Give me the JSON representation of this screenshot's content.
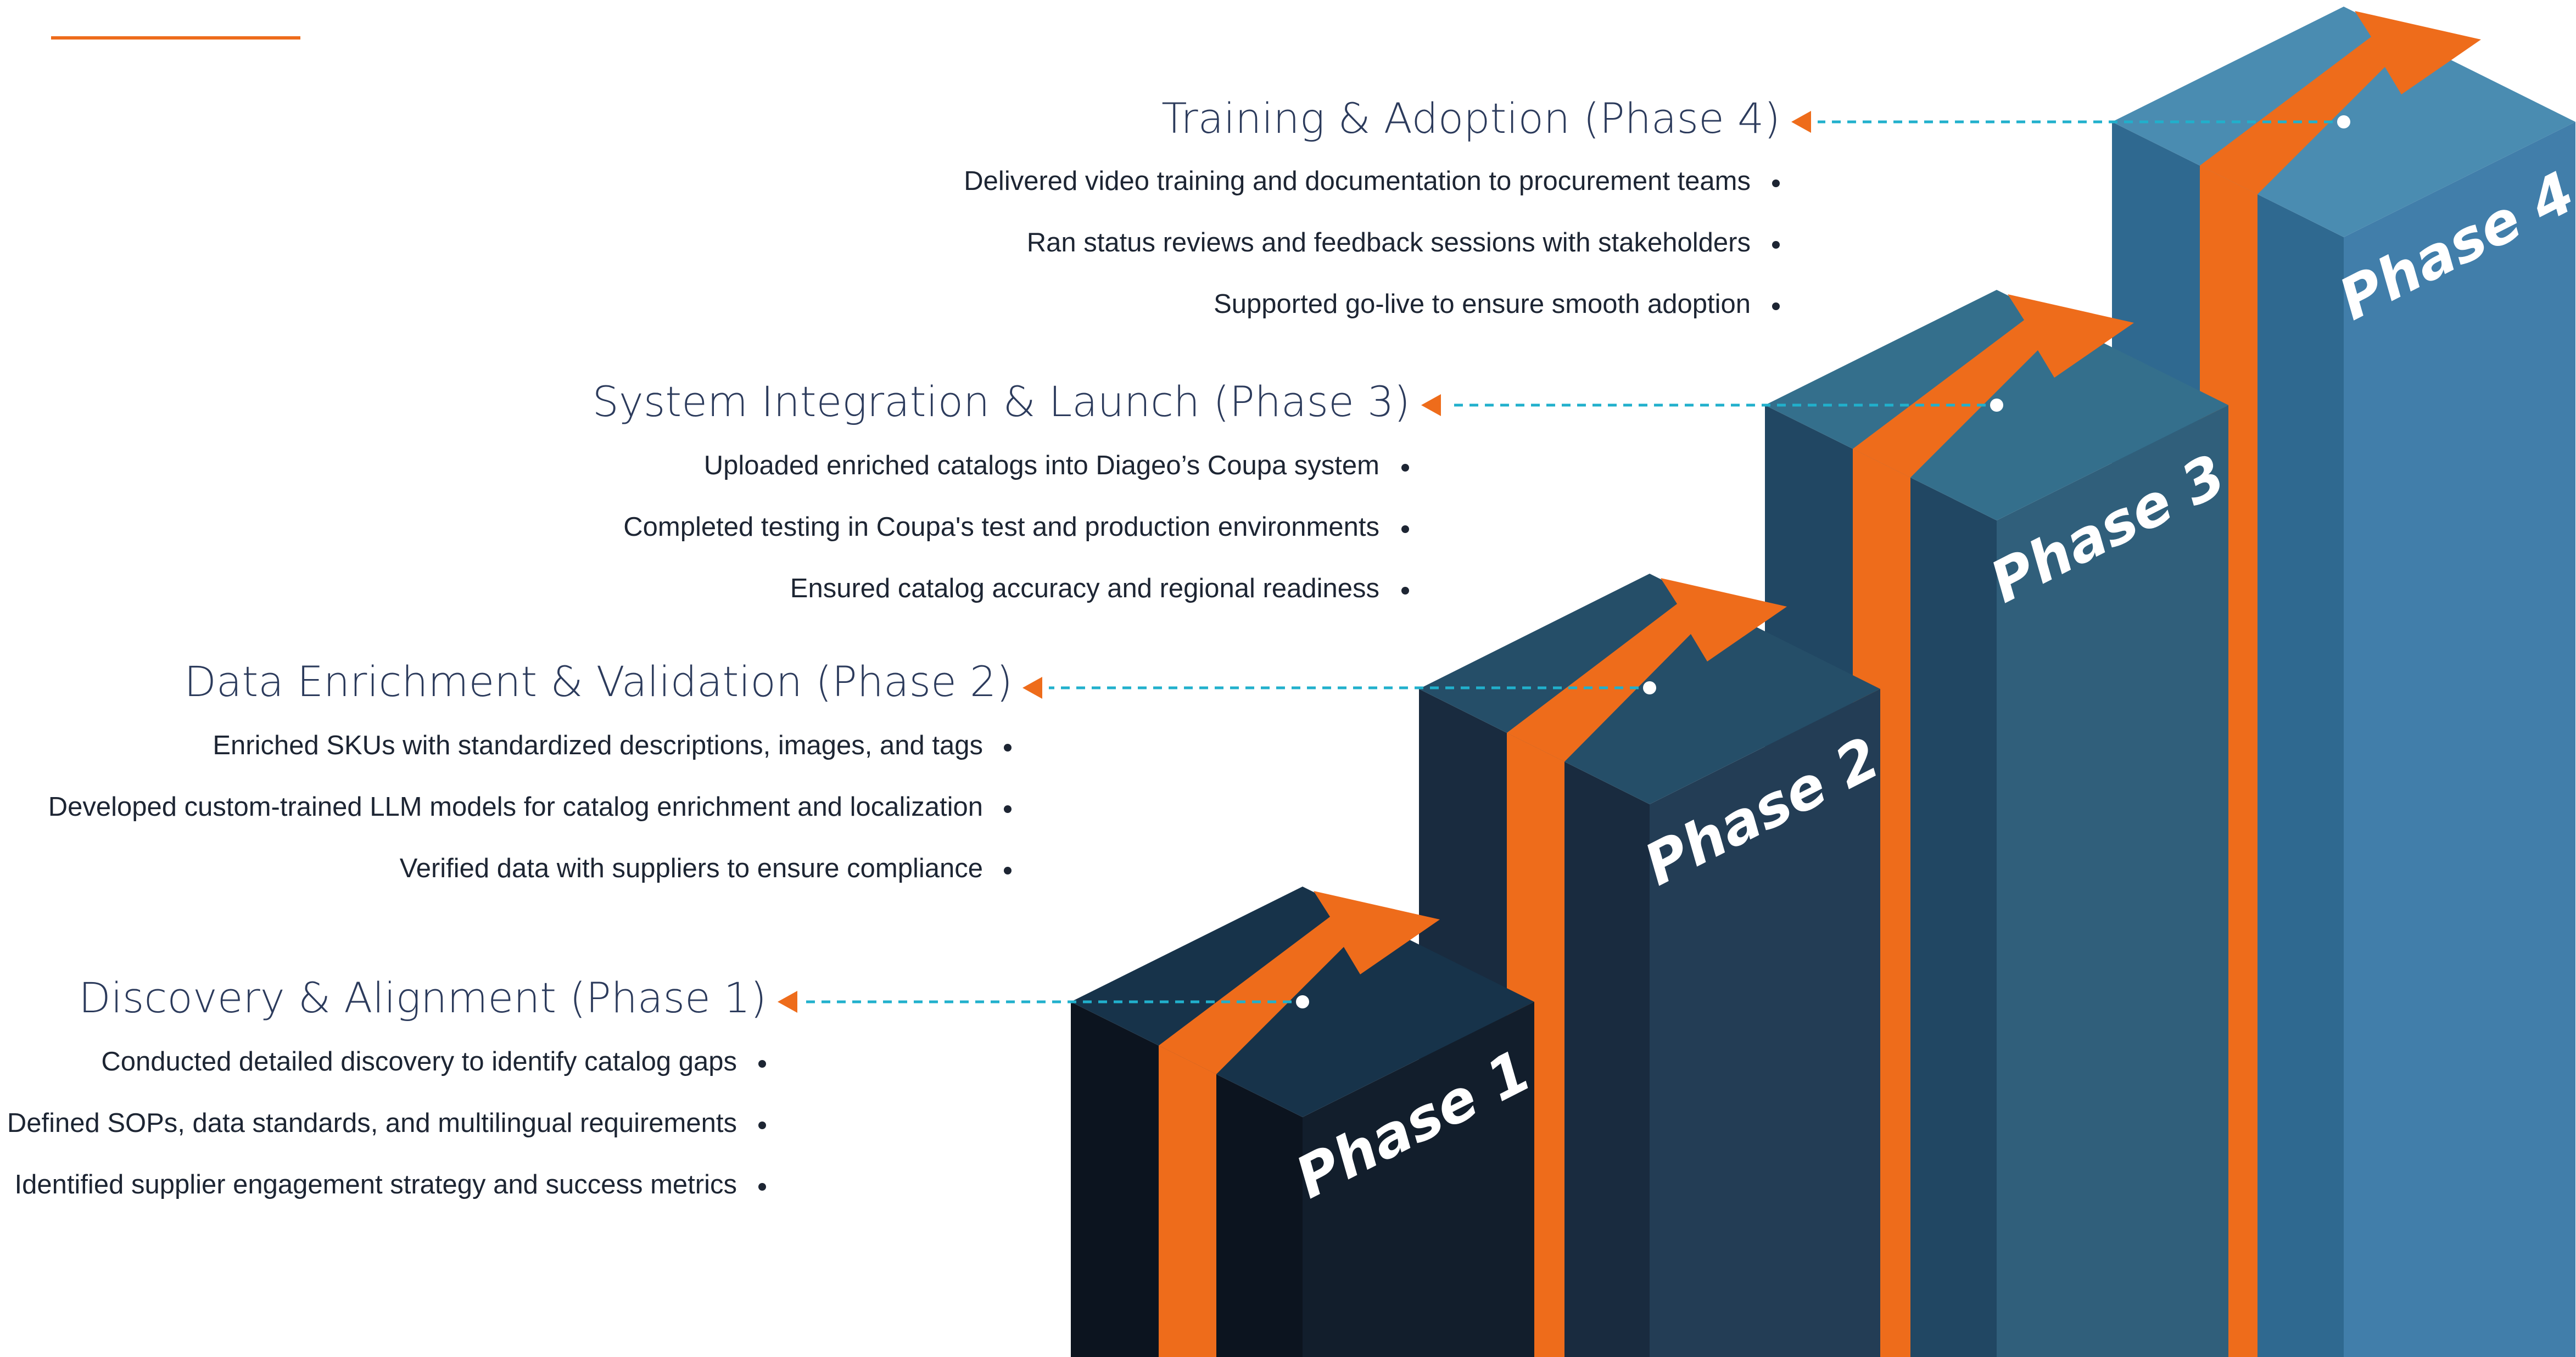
{
  "accent_color": "#ee6c1b",
  "connector_color": "#21b0cc",
  "phases": [
    {
      "title": "Discovery & Alignment (Phase 1)",
      "pillar_label": "Phase 1",
      "bullets": [
        "Conducted detailed discovery to identify catalog gaps",
        "Defined SOPs, data standards, and multilingual requirements",
        "Identified supplier engagement strategy and success metrics"
      ]
    },
    {
      "title": "Data Enrichment & Validation (Phase 2)",
      "pillar_label": "Phase 2",
      "bullets": [
        "Enriched SKUs with standardized descriptions, images, and tags",
        "Developed custom-trained LLM models for catalog enrichment and localization",
        "Verified data with suppliers to ensure compliance"
      ]
    },
    {
      "title": "System Integration & Launch (Phase 3)",
      "pillar_label": "Phase 3",
      "bullets": [
        "Uploaded enriched catalogs into Diageo’s Coupa system",
        "Completed testing in Coupa's test and production environments",
        "Ensured catalog accuracy and regional readiness"
      ]
    },
    {
      "title": "Training & Adoption (Phase 4)",
      "pillar_label": "Phase 4",
      "bullets": [
        "Delivered video training and documentation to procurement teams",
        "Ran status reviews and feedback sessions with stakeholders",
        "Supported go-live to ensure smooth adoption"
      ]
    }
  ],
  "pillar_colors": [
    {
      "top": "#17334a",
      "left": "#0c141f",
      "right": "#121e2c"
    },
    {
      "top": "#254e68",
      "left": "#192b3f",
      "right": "#233d55"
    },
    {
      "top": "#346f8c",
      "left": "#214763",
      "right": "#305f7b"
    },
    {
      "top": "#4a8cb1",
      "left": "#2f6990",
      "right": "#417eaa"
    }
  ]
}
